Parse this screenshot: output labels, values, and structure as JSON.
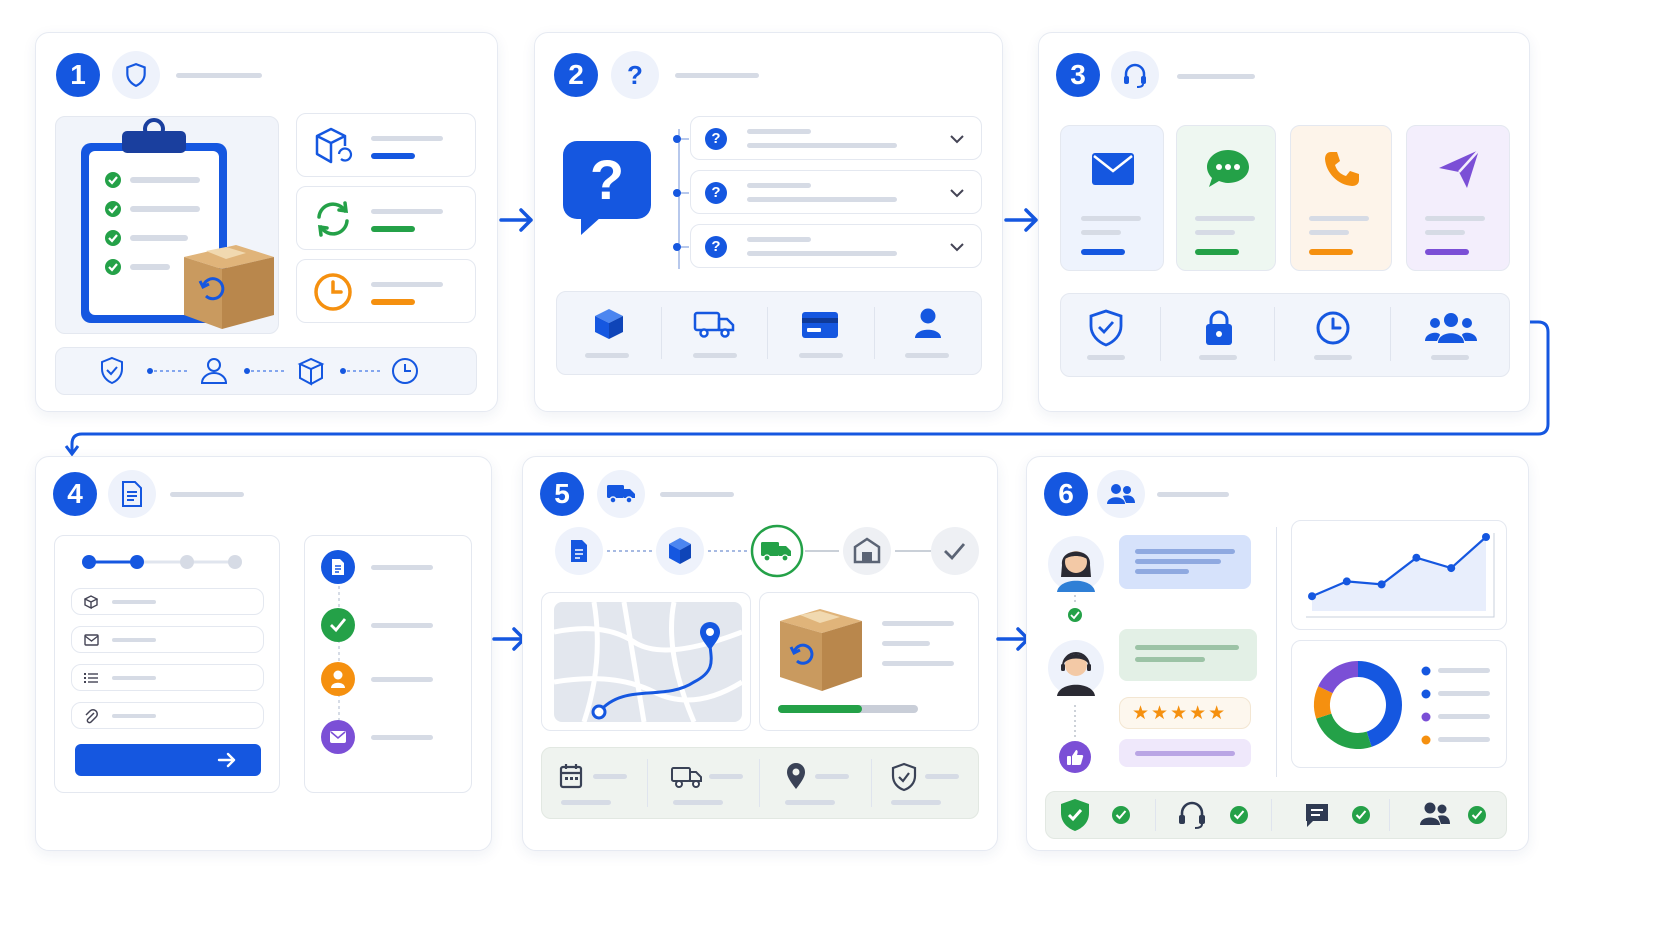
{
  "steps": [
    {
      "number": "1",
      "header_icon": "shield-icon"
    },
    {
      "number": "2",
      "header_icon": "question-icon"
    },
    {
      "number": "3",
      "header_icon": "headset-icon"
    },
    {
      "number": "4",
      "header_icon": "document-icon"
    },
    {
      "number": "5",
      "header_icon": "truck-icon"
    },
    {
      "number": "6",
      "header_icon": "users-icon"
    }
  ],
  "colors": {
    "primary": "#1557e0",
    "green": "#24a148",
    "orange": "#f5900f",
    "purple": "#7b4fd6",
    "box": "#c99a5f",
    "gray_bar": "#d6dbe5"
  },
  "step5": {
    "progress": 0.6
  },
  "step6": {
    "rating_stars": 5,
    "line_chart": {
      "type": "line",
      "values": [
        1,
        2,
        1.8,
        3.6,
        2.9,
        5
      ]
    },
    "donut": {
      "type": "pie",
      "colors": [
        "#1557e0",
        "#24a148",
        "#f5900f",
        "#7b4fd6"
      ],
      "values": [
        45,
        25,
        12,
        18
      ]
    }
  }
}
